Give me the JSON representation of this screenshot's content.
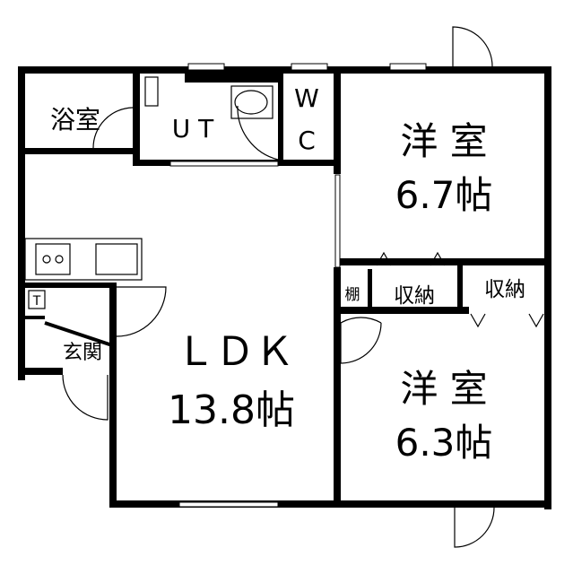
{
  "rooms": {
    "bath": "浴室",
    "ut": "U T",
    "wc_w": "W",
    "wc_c": "C",
    "western1_name": "洋 室",
    "western1_size": "6.7帖",
    "shelf": "棚",
    "storage1": "収納",
    "storage2": "収納",
    "t_mark": "T",
    "entrance": "玄関",
    "ldk_name": "ＬＤＫ",
    "ldk_size": "13.8帖",
    "western2_name": "洋 室",
    "western2_size": "6.3帖"
  }
}
